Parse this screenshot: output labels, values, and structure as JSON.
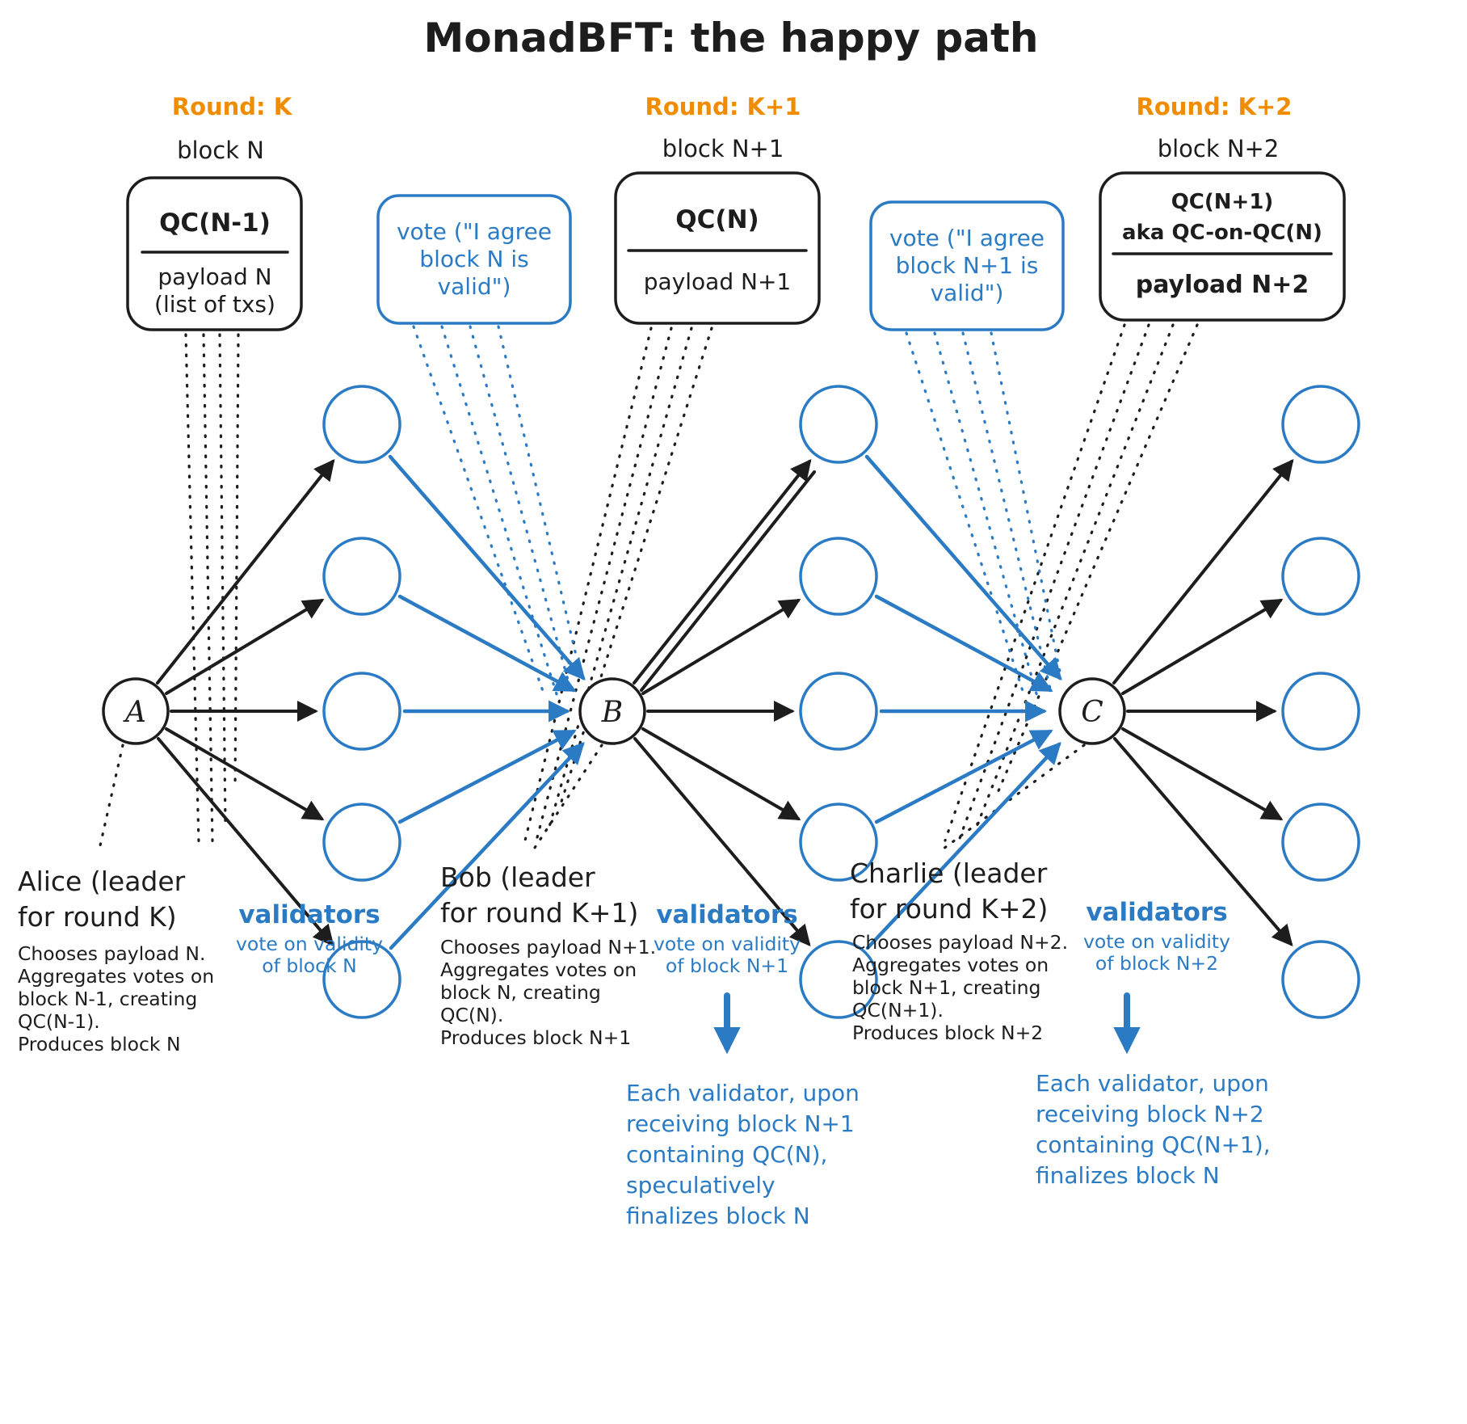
{
  "title": "MonadBFT: the happy path",
  "colors": {
    "ink": "#1d1d1d",
    "blue": "#2b7bc4",
    "orange": "#f08c00"
  },
  "rounds": [
    {
      "label": "Round: K",
      "block_label": "block N"
    },
    {
      "label": "Round: K+1",
      "block_label": "block N+1"
    },
    {
      "label": "Round: K+2",
      "block_label": "block N+2"
    }
  ],
  "blocks": [
    {
      "qc_lines": [
        "QC(N-1)"
      ],
      "payload_lines": [
        "payload N",
        "(list of txs)"
      ]
    },
    {
      "qc_lines": [
        "QC(N)"
      ],
      "payload_lines": [
        "payload N+1"
      ]
    },
    {
      "qc_lines": [
        "QC(N+1)",
        "aka QC-on-QC(N)"
      ],
      "payload_lines": [
        "payload N+2"
      ]
    }
  ],
  "vote_boxes": [
    {
      "lines": [
        "vote (\"I agree",
        "block N is",
        "valid\")"
      ]
    },
    {
      "lines": [
        "vote (\"I agree",
        "block N+1 is",
        "valid\")"
      ]
    }
  ],
  "leaders": [
    {
      "letter": "A"
    },
    {
      "letter": "B"
    },
    {
      "letter": "C"
    }
  ],
  "leader_notes": [
    {
      "heading_lines": [
        "Alice (leader",
        "for round K)"
      ],
      "detail_lines": [
        "Chooses payload N.",
        "Aggregates votes on",
        "block N-1, creating",
        "QC(N-1).",
        "Produces block N"
      ]
    },
    {
      "heading_lines": [
        "Bob (leader",
        "for round K+1)"
      ],
      "detail_lines": [
        "Chooses payload N+1.",
        "Aggregates votes on",
        "block N, creating",
        "QC(N).",
        "Produces block N+1"
      ]
    },
    {
      "heading_lines": [
        "Charlie (leader",
        "for round K+2)"
      ],
      "detail_lines": [
        "Chooses payload N+2.",
        "Aggregates votes on",
        "block N+1, creating",
        "QC(N+1).",
        "Produces block N+2"
      ]
    }
  ],
  "validator_labels": [
    {
      "heading": "validators",
      "sub_lines": [
        "vote on validity",
        "of block N"
      ]
    },
    {
      "heading": "validators",
      "sub_lines": [
        "vote on validity",
        "of block N+1"
      ]
    },
    {
      "heading": "validators",
      "sub_lines": [
        "vote on validity",
        "of block N+2"
      ]
    }
  ],
  "finalize_notes": [
    {
      "lines": [
        "Each validator, upon",
        "receiving block N+1",
        "containing QC(N),",
        "speculatively",
        "finalizes block N"
      ]
    },
    {
      "lines": [
        "Each validator, upon",
        "receiving block N+2",
        "containing QC(N+1),",
        "finalizes block N"
      ]
    }
  ]
}
